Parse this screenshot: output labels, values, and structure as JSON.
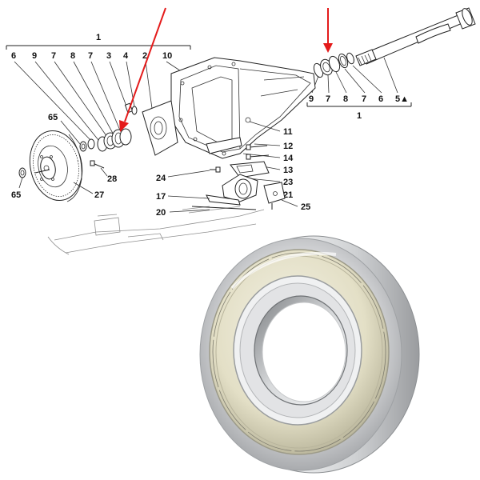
{
  "diagram": {
    "callouts_left": [
      "1",
      "6",
      "9",
      "7",
      "8",
      "7",
      "3",
      "4",
      "2",
      "10"
    ],
    "callouts_right": [
      "9",
      "7",
      "8",
      "7",
      "6",
      "5▲",
      "1"
    ],
    "callouts_body": [
      "65",
      "65",
      "27",
      "28",
      "11",
      "12",
      "14",
      "13",
      "24",
      "23",
      "21",
      "17",
      "20",
      "25"
    ]
  },
  "colors": {
    "arrow": "#e41b1b",
    "bearing_steel": "#c9cacc",
    "bearing_shield": "#e6e2c8"
  }
}
